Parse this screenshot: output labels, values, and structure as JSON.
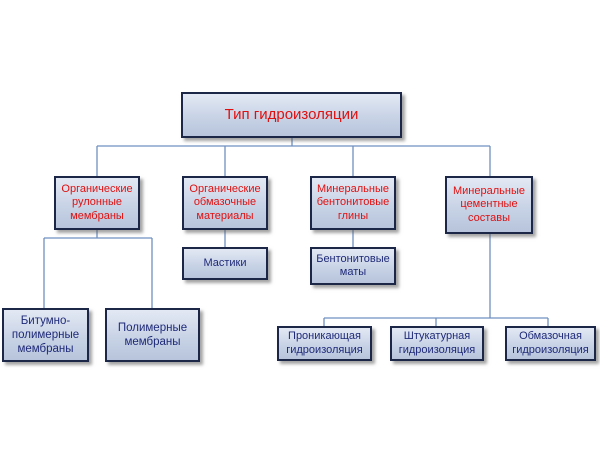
{
  "diagram": {
    "root": {
      "label": "Тип гидроизоляции",
      "color": "#e01010"
    },
    "categories": [
      {
        "label": "Органические\nрулонные\nмембраны",
        "color": "#e01010"
      },
      {
        "label": "Органические\nобмазочные\nматериалы",
        "color": "#e01010"
      },
      {
        "label": "Минеральные\nбентонитовые\nглины",
        "color": "#e01010"
      },
      {
        "label": "Минеральные\nцементные\nсоставы",
        "color": "#e01010"
      }
    ],
    "subtypes": {
      "organic_roll": [
        {
          "label": "Битумно-\nполимерные\nмембраны"
        },
        {
          "label": "Полимерные\nмембраны"
        }
      ],
      "organic_coating": [
        {
          "label": "Мастики"
        }
      ],
      "bentonite": [
        {
          "label": "Бентонитовые\nматы"
        }
      ],
      "cement": [
        {
          "label": "Проникающая\nгидроизоляция"
        },
        {
          "label": "Штукатурная\nгидроизоляция"
        },
        {
          "label": "Обмазочная\nгидроизоляция"
        }
      ]
    },
    "colors": {
      "category_text": "#e01010",
      "leaf_text": "#1f2a78",
      "connector": "#6f8fc0",
      "border": "#1c2747"
    }
  }
}
